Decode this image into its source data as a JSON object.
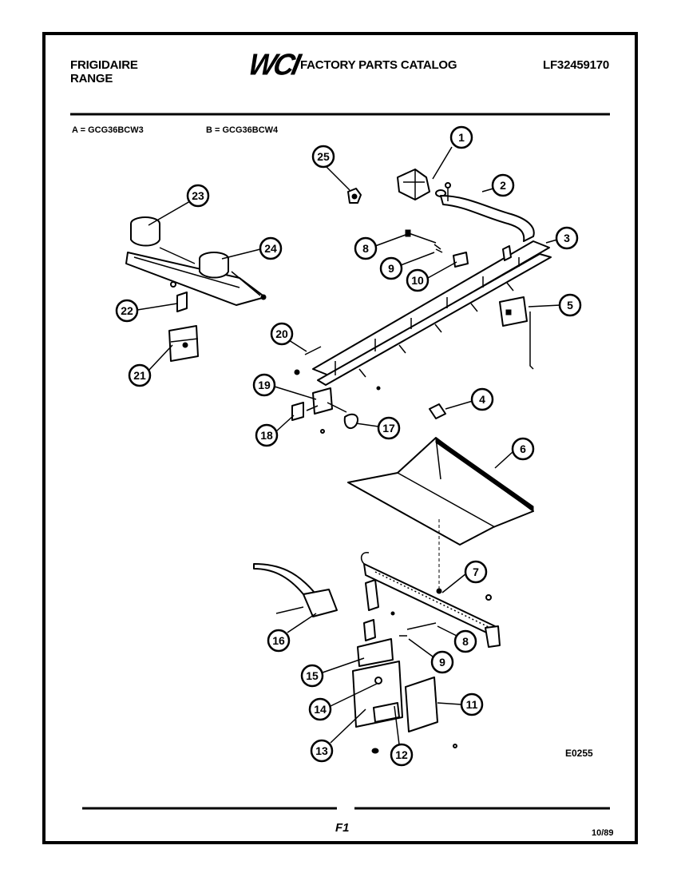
{
  "header": {
    "brand": "FRIGIDAIRE",
    "product": "RANGE",
    "logo": "WCI",
    "catalog_title": "FACTORY PARTS CATALOG",
    "catalog_number": "LF32459170"
  },
  "models": {
    "a": "A = GCG36BCW3",
    "b": "B = GCG36BCW4"
  },
  "callouts": [
    "1",
    "2",
    "3",
    "4",
    "5",
    "6",
    "7",
    "8",
    "9",
    "10",
    "11",
    "12",
    "13",
    "14",
    "15",
    "16",
    "17",
    "18",
    "19",
    "20",
    "21",
    "22",
    "23",
    "24",
    "25",
    "8",
    "9"
  ],
  "drawing_code": "E0255",
  "footer": {
    "page_code": "F1",
    "date": "10/89"
  }
}
